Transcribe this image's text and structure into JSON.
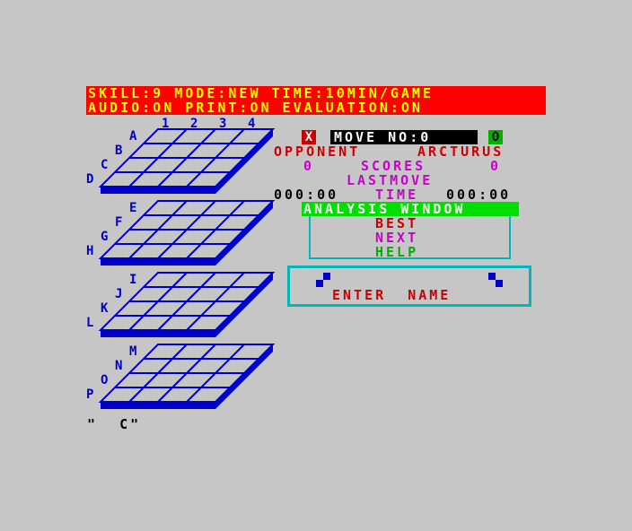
{
  "status": {
    "line1": "SKILL:9 MODE:NEW TIME:10MIN/GAME",
    "line2": "AUDIO:ON PRINT:ON EVALUATION:ON"
  },
  "board": {
    "columns": [
      "1",
      "2",
      "3",
      "4"
    ],
    "levels": [
      [
        "A",
        "B",
        "C",
        "D"
      ],
      [
        "E",
        "F",
        "G",
        "H"
      ],
      [
        "I",
        "J",
        "K",
        "L"
      ],
      [
        "M",
        "N",
        "O",
        "P"
      ]
    ]
  },
  "game": {
    "player_x": "X",
    "player_o": "O",
    "move_label": "MOVE NO:0",
    "opponent_label": "OPPONENT",
    "opponent_name": "ARCTURUS",
    "score_x": "0",
    "scores_label": "SCORES",
    "score_o": "0",
    "lastmove_label": "LASTMOVE",
    "clock_x": "000:00",
    "time_label": "TIME",
    "clock_o": "000:00"
  },
  "analysis": {
    "title": "ANALYSIS WINDOW",
    "best": "BEST",
    "next": "NEXT",
    "help": "HELP"
  },
  "name_entry": {
    "prompt": "ENTER  NAME"
  },
  "input_line": "\"  C\"",
  "colors": {
    "background": "#c6c6c6",
    "status_bg": "#ff0000",
    "status_text": "#ffff00",
    "board": "#0000cc",
    "frame": "#00b8b8",
    "analysis_bg": "#00dd00"
  }
}
